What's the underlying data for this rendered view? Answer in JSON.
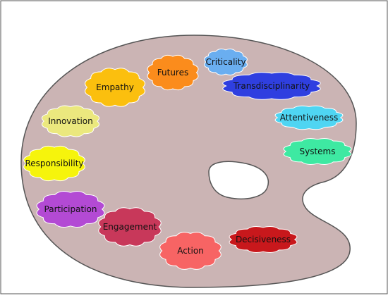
{
  "palette": {
    "fill": "#cbb4b4",
    "stroke": "#555555"
  },
  "clouds": [
    {
      "id": "criticality",
      "label": "Criticality",
      "color": "#6aaef0",
      "text_color": "#111111"
    },
    {
      "id": "futures",
      "label": "Futures",
      "color": "#fb8c1c",
      "text_color": "#111111"
    },
    {
      "id": "empathy",
      "label": "Empathy",
      "color": "#fbbf0e",
      "text_color": "#111111"
    },
    {
      "id": "transdisciplinarity",
      "label": "Transdisciplinarity",
      "color": "#2f3fe0",
      "text_color": "#111111"
    },
    {
      "id": "innovation",
      "label": "Innovation",
      "color": "#ebe87e",
      "text_color": "#111111"
    },
    {
      "id": "attentiveness",
      "label": "Attentiveness",
      "color": "#4fd5f2",
      "text_color": "#111111"
    },
    {
      "id": "systems",
      "label": "Systems",
      "color": "#3ee9a2",
      "text_color": "#111111"
    },
    {
      "id": "responsibility",
      "label": "Responsibility",
      "color": "#f6f40c",
      "text_color": "#111111"
    },
    {
      "id": "participation",
      "label": "Participation",
      "color": "#b34ad4",
      "text_color": "#111111"
    },
    {
      "id": "engagement",
      "label": "Engagement",
      "color": "#c8385a",
      "text_color": "#111111"
    },
    {
      "id": "decisiveness",
      "label": "Decisiveness",
      "color": "#c8181c",
      "text_color": "#111111"
    },
    {
      "id": "action",
      "label": "Action",
      "color": "#f76464",
      "text_color": "#111111"
    }
  ]
}
